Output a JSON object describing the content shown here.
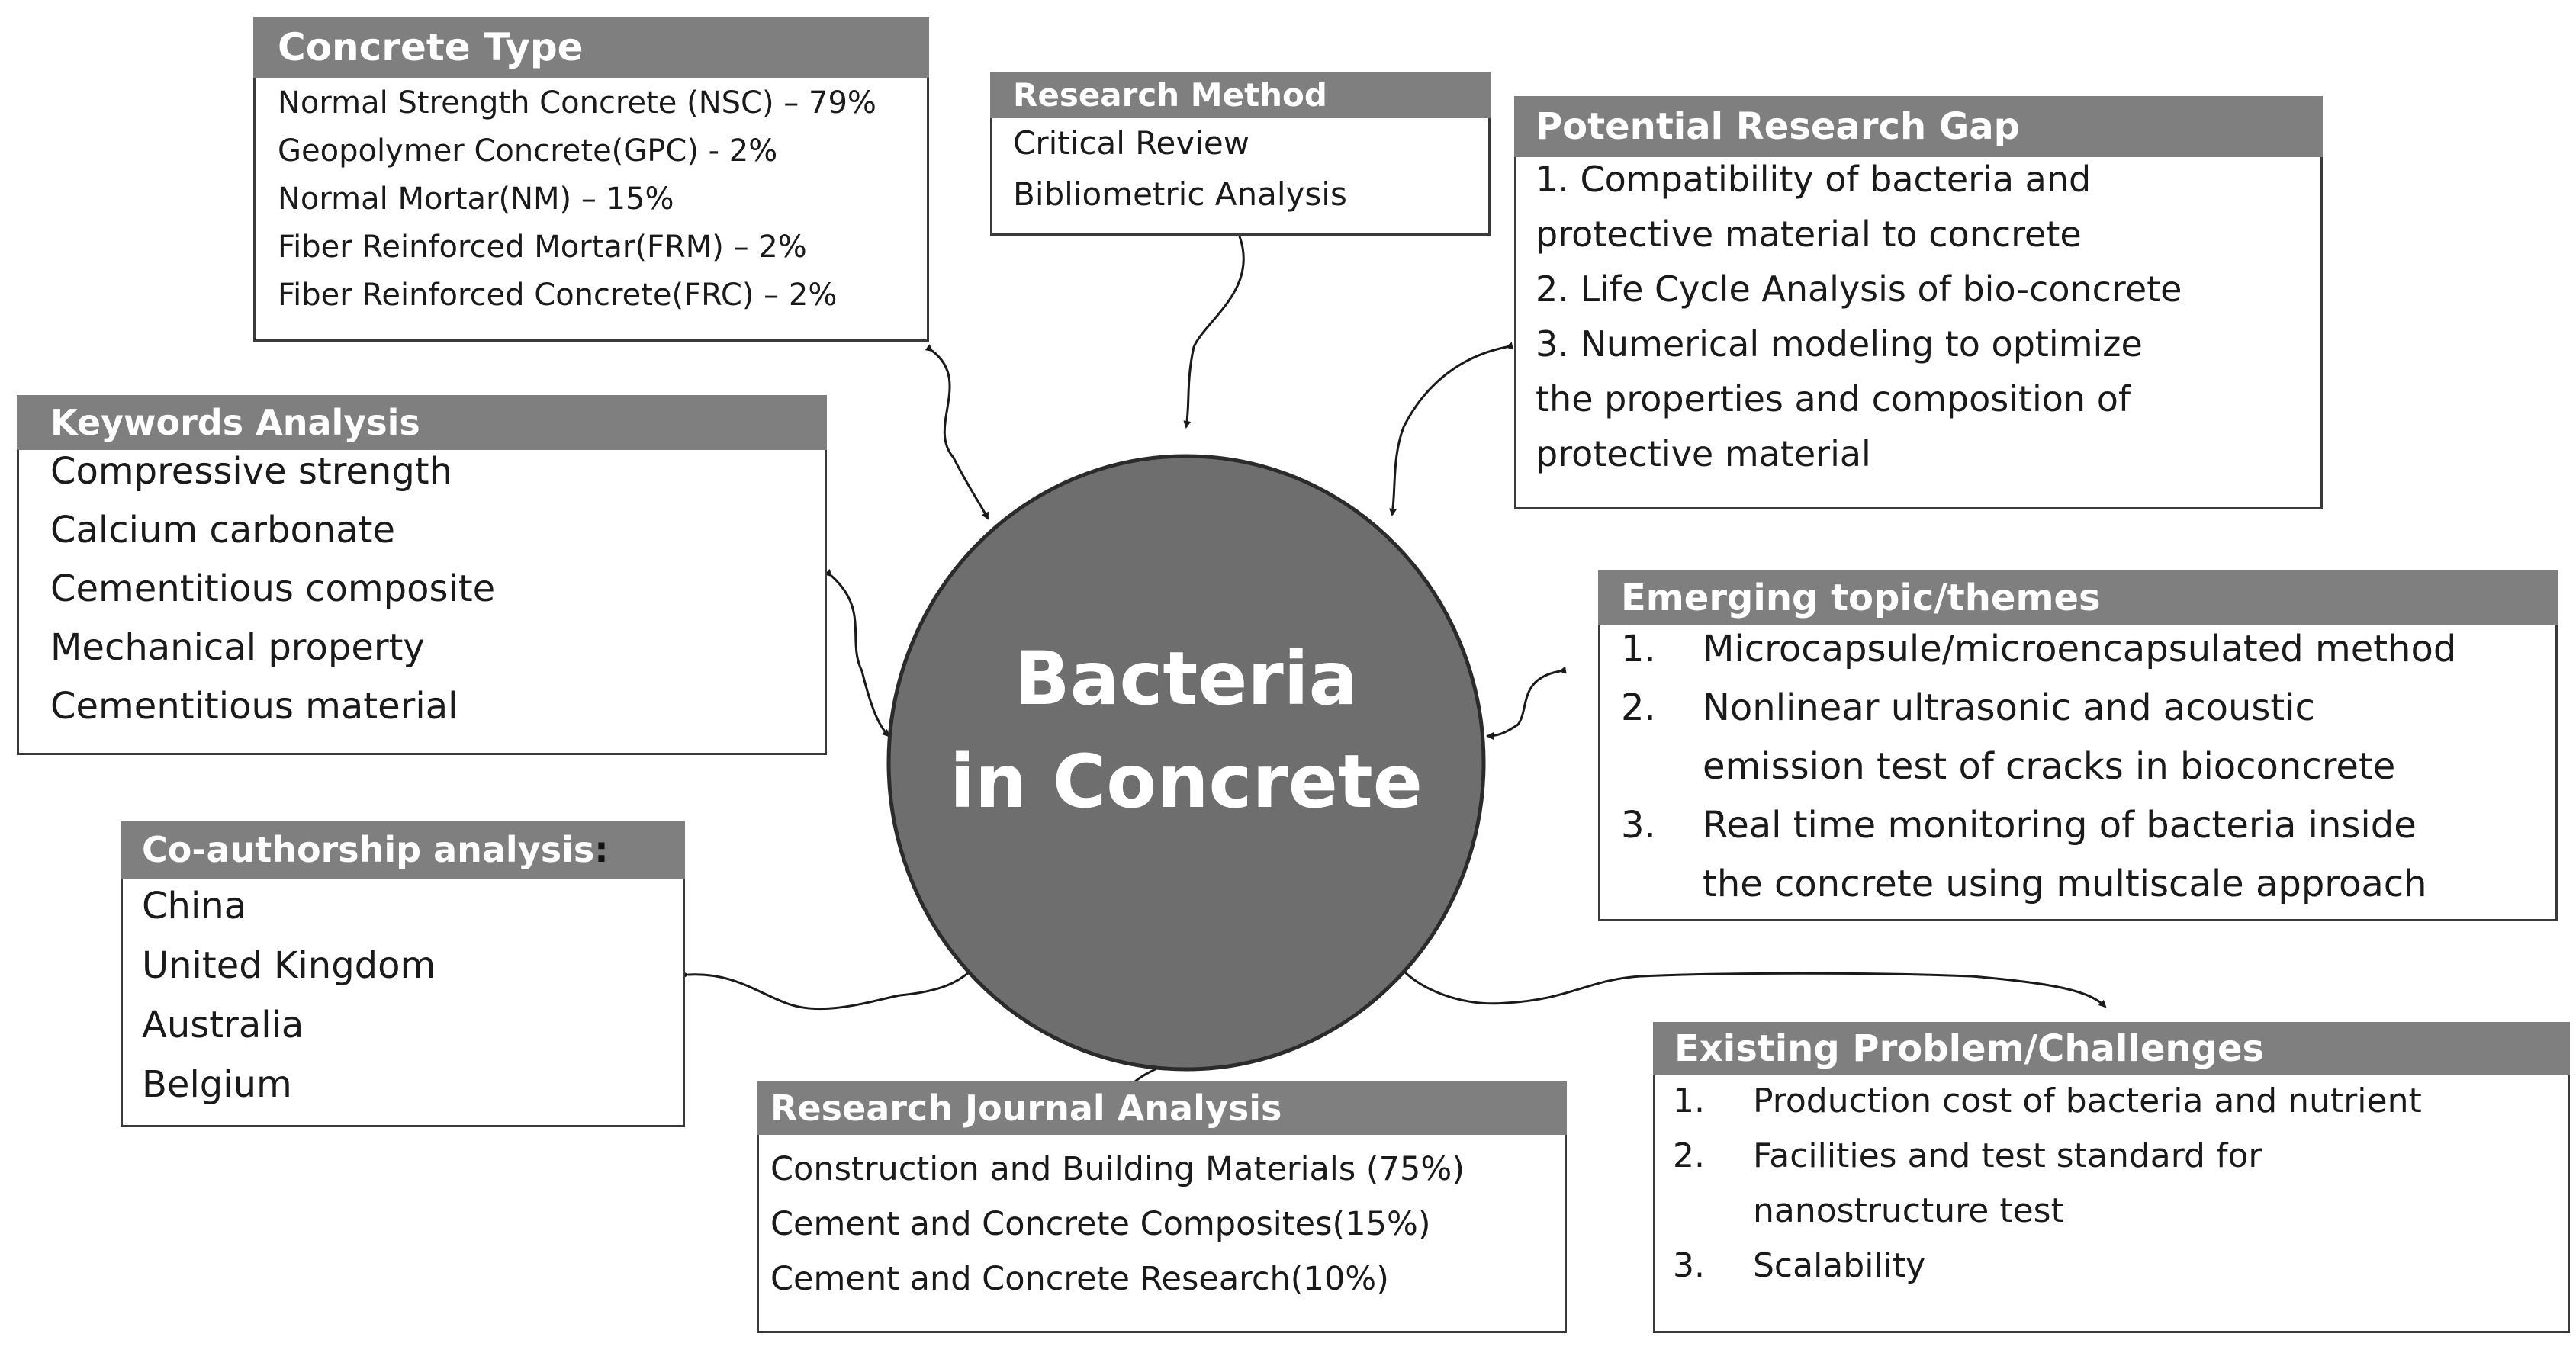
{
  "center": {
    "line1": "Bacteria",
    "line2": "in Concrete"
  },
  "concrete_type": {
    "title": "Concrete Type",
    "items": [
      "Normal Strength Concrete (NSC) – 79%",
      "Geopolymer Concrete(GPC) - 2%",
      "Normal Mortar(NM) – 15%",
      "Fiber Reinforced Mortar(FRM) – 2%",
      "Fiber Reinforced Concrete(FRC) – 2%"
    ]
  },
  "research_method": {
    "title": "Research Method",
    "items": [
      "Critical Review",
      "Bibliometric Analysis"
    ]
  },
  "research_gap": {
    "title": "Potential Research Gap",
    "lines": [
      "1. Compatibility of bacteria and",
      "protective material to concrete",
      "2. Life Cycle Analysis of bio-concrete",
      "3. Numerical modeling to optimize",
      "the properties and composition of",
      "protective material"
    ]
  },
  "keywords": {
    "title": "Keywords Analysis",
    "items": [
      "Compressive strength",
      "Calcium carbonate",
      "Cementitious composite",
      "Mechanical property",
      "Cementitious material"
    ]
  },
  "emerging": {
    "title": "Emerging topic/themes",
    "numbers": [
      "1.",
      "2.",
      "3."
    ],
    "lines": [
      "Microcapsule/microencapsulated method",
      "Nonlinear ultrasonic and acoustic",
      "emission test of cracks in bioconcrete",
      "Real time monitoring of bacteria inside",
      "the concrete using multiscale approach"
    ]
  },
  "coauthorship": {
    "title": "Co-authorship analysis",
    "colon": ":",
    "items": [
      "China",
      "United Kingdom",
      "Australia",
      "Belgium"
    ]
  },
  "journal": {
    "title": "Research Journal Analysis",
    "items": [
      "Construction and Building Materials (75%)",
      "Cement and Concrete Composites(15%)",
      "Cement and Concrete Research(10%)"
    ]
  },
  "problems": {
    "title": "Existing Problem/Challenges",
    "numbers": [
      "1.",
      "2.",
      "3."
    ],
    "lines": [
      "Production cost of bacteria and nutrient",
      "Facilities and test standard for",
      "nanostructure test",
      "Scalability"
    ]
  },
  "colors": {
    "header": "#7f7f7f",
    "circle": "#6e6e6e",
    "border": "#3a3a3a"
  }
}
